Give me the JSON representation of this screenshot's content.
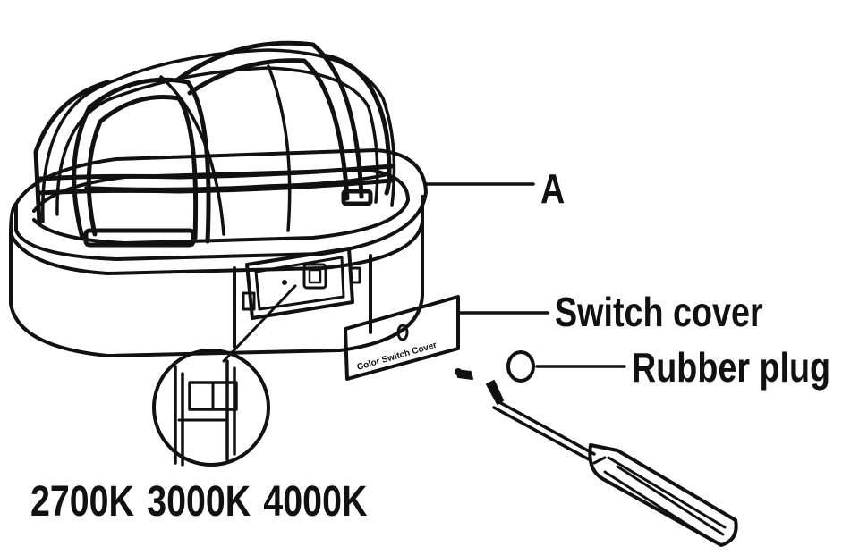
{
  "labels": {
    "part_a": "A",
    "switch_cover": "Switch cover",
    "rubber_plug": "Rubber plug",
    "color_temps": "2700K  3000K  4000K"
  },
  "plate_text": "Color Switch Cover",
  "colors": {
    "line": "#111111",
    "background": "#ffffff"
  }
}
